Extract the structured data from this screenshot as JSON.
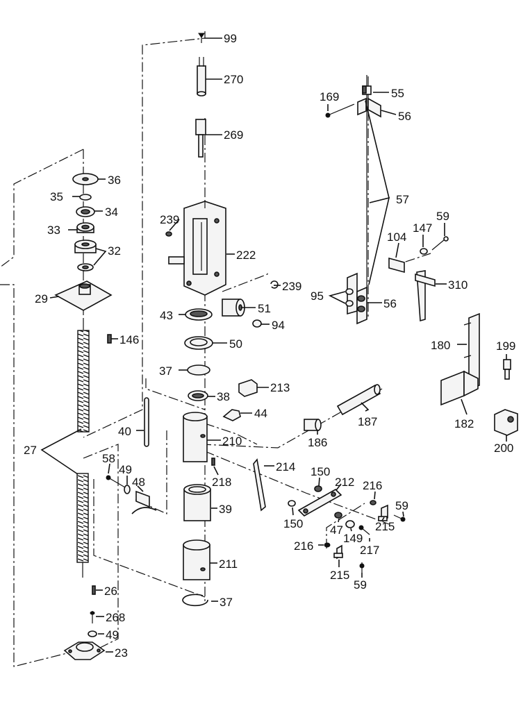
{
  "labels": {
    "p99": "99",
    "p270": "270",
    "p269": "269",
    "p36": "36",
    "p35": "35",
    "p34": "34",
    "p33": "33",
    "p32": "32",
    "p29": "29",
    "p239a": "239",
    "p222": "222",
    "p239b": "239",
    "p43": "43",
    "p51": "51",
    "p94": "94",
    "p50": "50",
    "p146": "146",
    "p37a": "37",
    "p213": "213",
    "p38": "38",
    "p40": "40",
    "p44": "44",
    "p187": "187",
    "p27": "27",
    "p210": "210",
    "p186": "186",
    "p58": "58",
    "p49a": "49",
    "p48": "48",
    "p218": "218",
    "p214": "214",
    "p150a": "150",
    "p212": "212",
    "p216a": "216",
    "p59a": "59",
    "p39": "39",
    "p150b": "150",
    "p47": "47",
    "p149": "149",
    "p215a": "215",
    "p216b": "216",
    "p217": "217",
    "p211": "211",
    "p215b": "215",
    "p59b": "59",
    "p26": "26",
    "p37b": "37",
    "p268": "268",
    "p49b": "49",
    "p23": "23",
    "p169": "169",
    "p55": "55",
    "p56a": "56",
    "p57": "57",
    "p59c": "59",
    "p147": "147",
    "p104": "104",
    "p310": "310",
    "p95": "95",
    "p56b": "56",
    "p180": "180",
    "p199": "199",
    "p182": "182",
    "p200": "200"
  }
}
